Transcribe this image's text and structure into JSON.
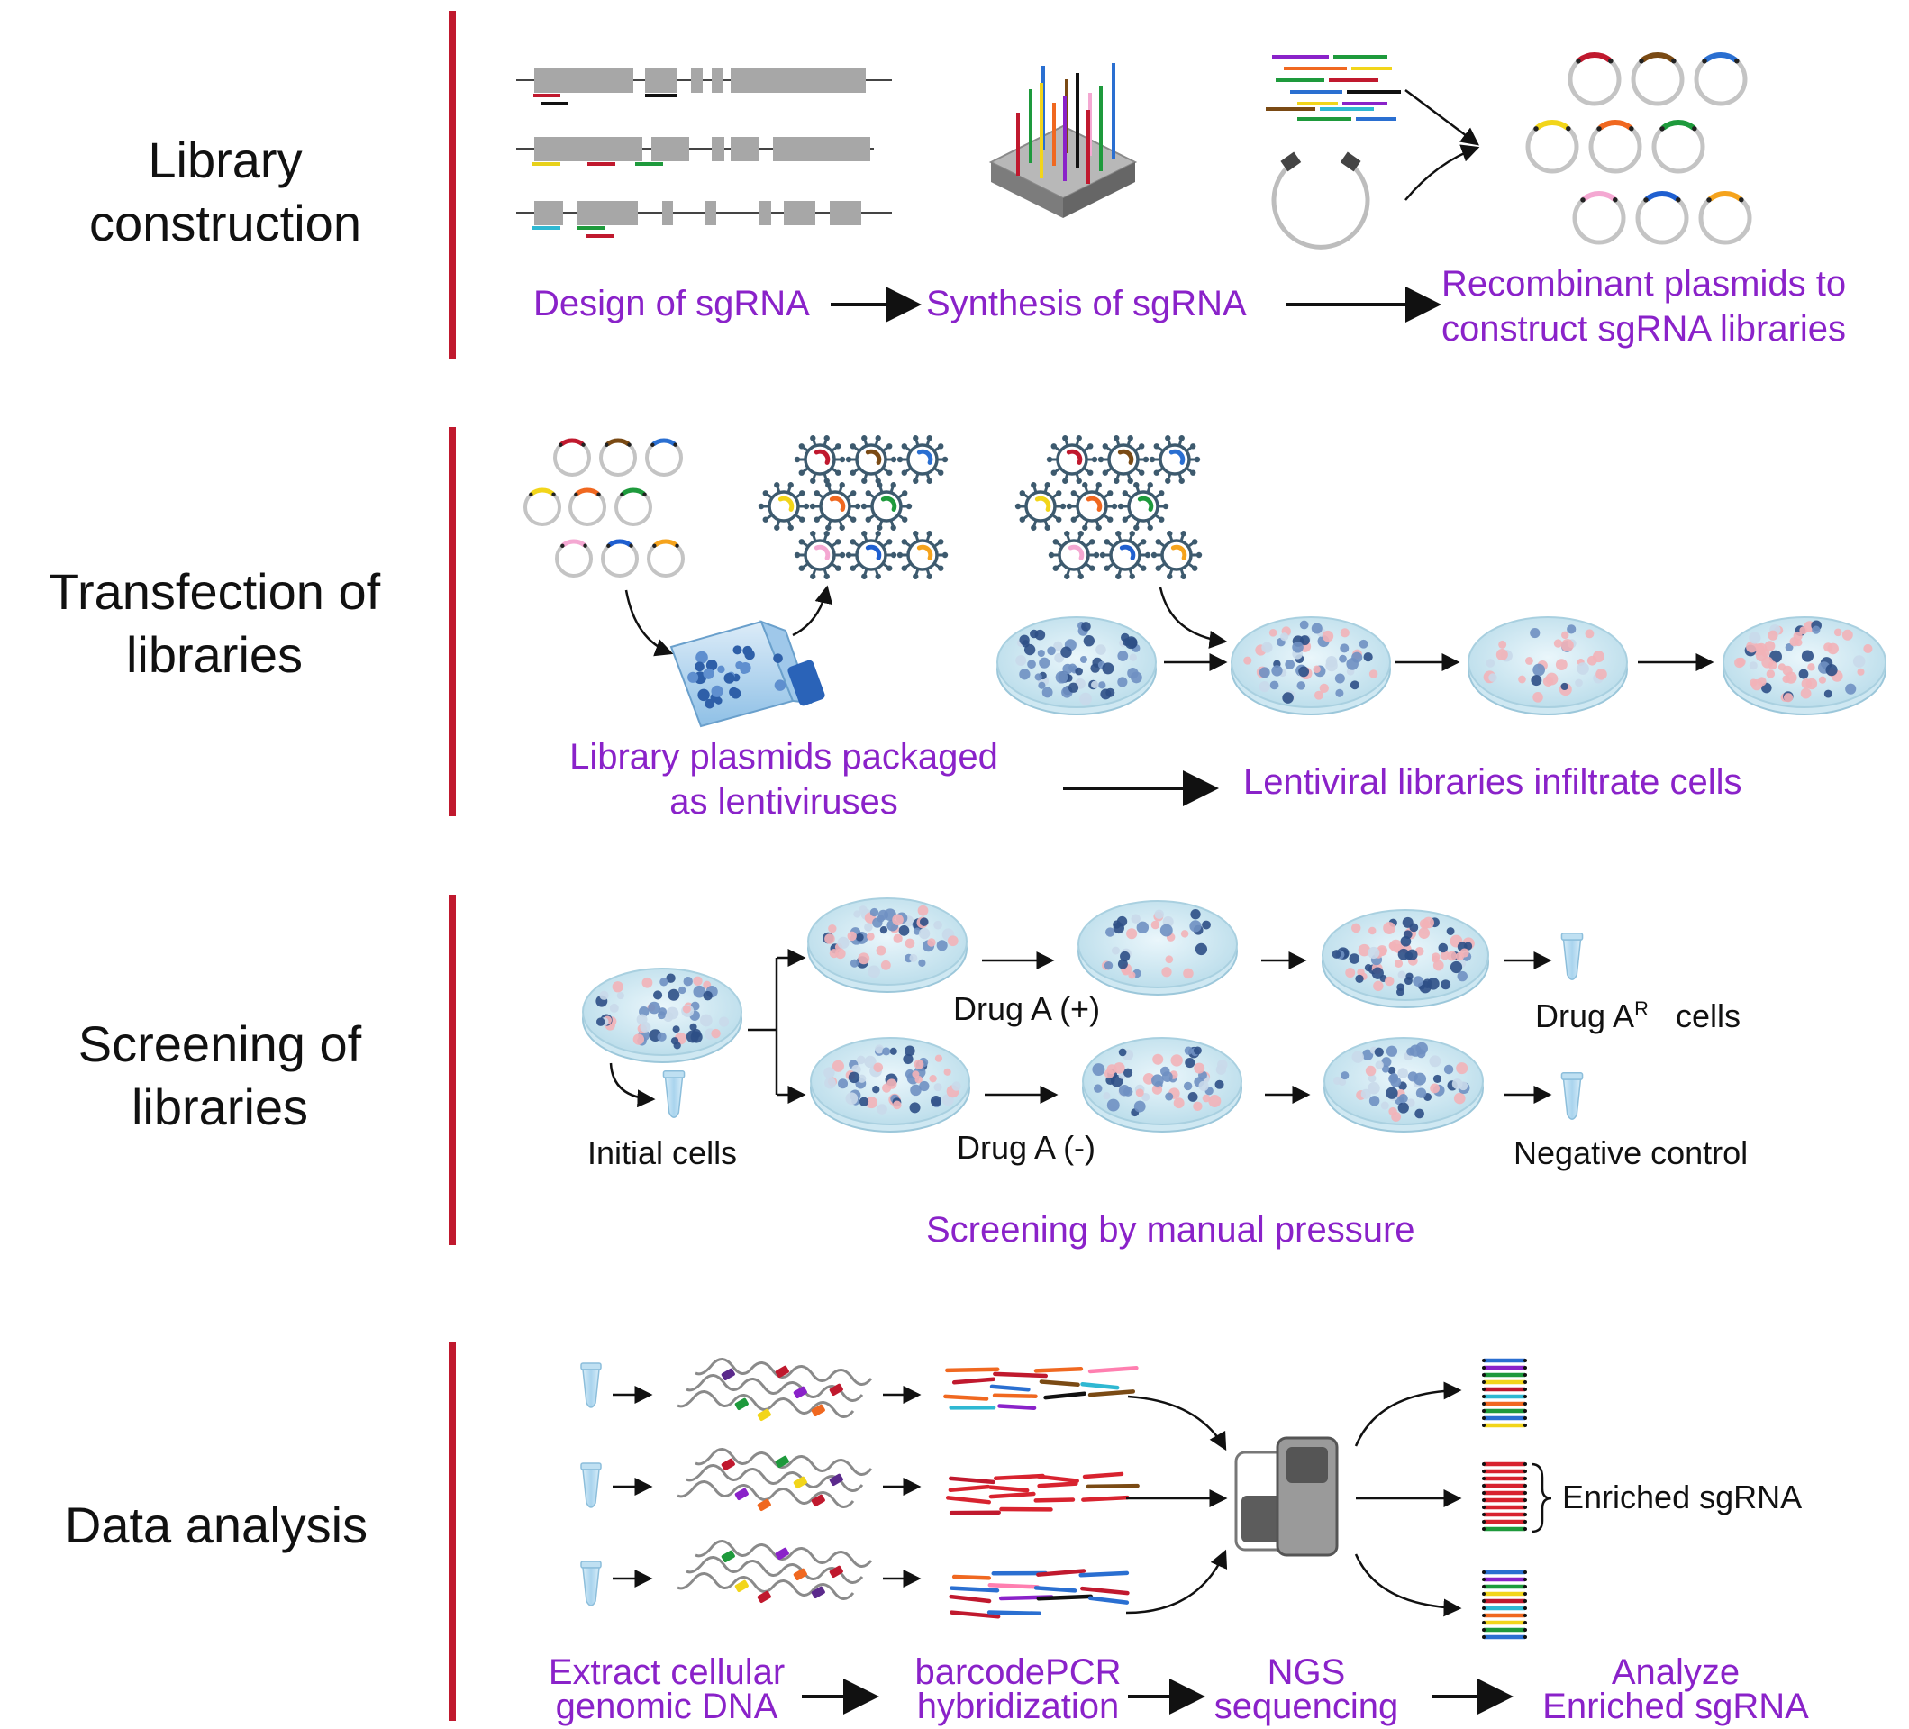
{
  "sections": [
    {
      "title": "Library construction"
    },
    {
      "title": "Transfection of libraries"
    },
    {
      "title": "Screening of libraries"
    },
    {
      "title": "Data analysis"
    }
  ],
  "library_construction": {
    "design": "Design of sgRNA",
    "synthesis": "Synthesis of sgRNA",
    "recombinant_line1": "Recombinant plasmids to",
    "recombinant_line2": "construct sgRNA libraries"
  },
  "transfection": {
    "packaged_line1": "Library plasmids packaged",
    "packaged_line2": "as lentiviruses",
    "infiltrate": "Lentiviral libraries infiltrate cells"
  },
  "screening": {
    "drug_plus": "Drug A (+)",
    "drug_minus": "Drug A (-)",
    "drug_ar": "Drug A",
    "drug_ar_sup": "R",
    "cells": "cells",
    "initial": "Initial cells",
    "negative": "Negative control",
    "pressure": "Screening by manual pressure"
  },
  "data_analysis": {
    "extract_line1": "Extract cellular",
    "extract_line2": "genomic DNA",
    "barcode_line1": "barcodePCR",
    "barcode_line2": "hybridization",
    "ngs_line1": "NGS",
    "ngs_line2": "sequencing",
    "analyze_line1": "Analyze",
    "analyze_line2": "Enriched sgRNA",
    "enriched": "Enriched sgRNA"
  },
  "colors": {
    "bar": "#c0192e",
    "label_purple": "#8a22c9",
    "plasmid_inserts": [
      "#c0192e",
      "#7a4a14",
      "#2a6fd1",
      "#f2d51a",
      "#f06820",
      "#1e9a3c",
      "#f4a8d2",
      "#1f5fd0",
      "#f5a31c"
    ]
  },
  "icons": [
    "plasmid-icon",
    "lentivirus-icon",
    "culture-flask-icon",
    "petri-dish-icon",
    "microtube-icon",
    "sequencer-icon",
    "oligo-chip-icon"
  ]
}
